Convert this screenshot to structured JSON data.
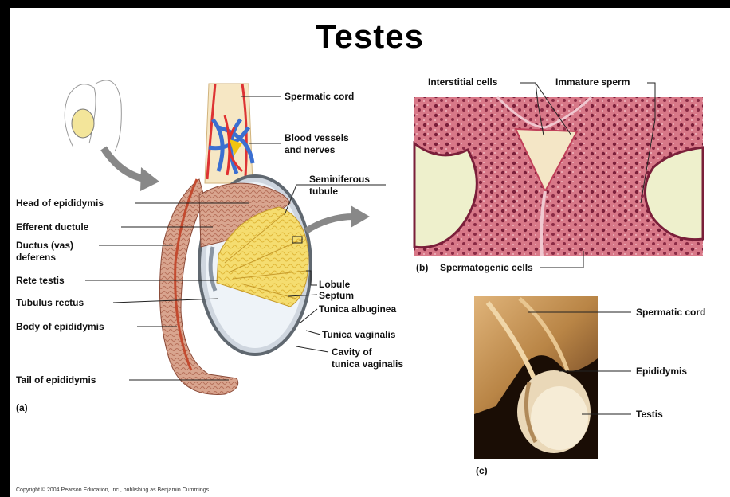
{
  "title": "Testes",
  "panel_a": {
    "tag": "(a)",
    "labels": {
      "spermatic_cord": "Spermatic cord",
      "blood_vessels": [
        "Blood vessels",
        "and nerves"
      ],
      "seminiferous": [
        "Seminiferous",
        "tubule"
      ],
      "head_epididymis": "Head of epididymis",
      "efferent_ductule": "Efferent ductule",
      "ductus_deferens": [
        "Ductus (vas)",
        "deferens"
      ],
      "rete_testis": "Rete testis",
      "tubulus_rectus": "Tubulus rectus",
      "body_epididymis": "Body of epididymis",
      "tail_epididymis": "Tail of epididymis",
      "lobule": "Lobule",
      "septum": "Septum",
      "tunica_albuginea": "Tunica albuginea",
      "tunica_vaginalis": "Tunica vaginalis",
      "cavity": [
        "Cavity of",
        "tunica vaginalis"
      ]
    }
  },
  "panel_b": {
    "tag": "(b)",
    "caption": "Spermatogenic cells",
    "labels": {
      "interstitial": "Interstitial cells",
      "immature_sperm": "Immature sperm"
    }
  },
  "panel_c": {
    "tag": "(c)",
    "labels": {
      "spermatic_cord": "Spermatic cord",
      "epididymis": "Epididymis",
      "testis": "Testis"
    }
  },
  "copyright": "Copyright © 2004 Pearson Education, Inc., publishing as Benjamin Cummings.",
  "colors": {
    "background": "#ffffff",
    "border": "#000000",
    "epididymis": "#d9a58f",
    "lobule_yellow": "#f4dc6c",
    "histology_pink": "#c85a6c",
    "lumen_cream": "#efefd2",
    "photo_tan": "#c99a5c"
  }
}
